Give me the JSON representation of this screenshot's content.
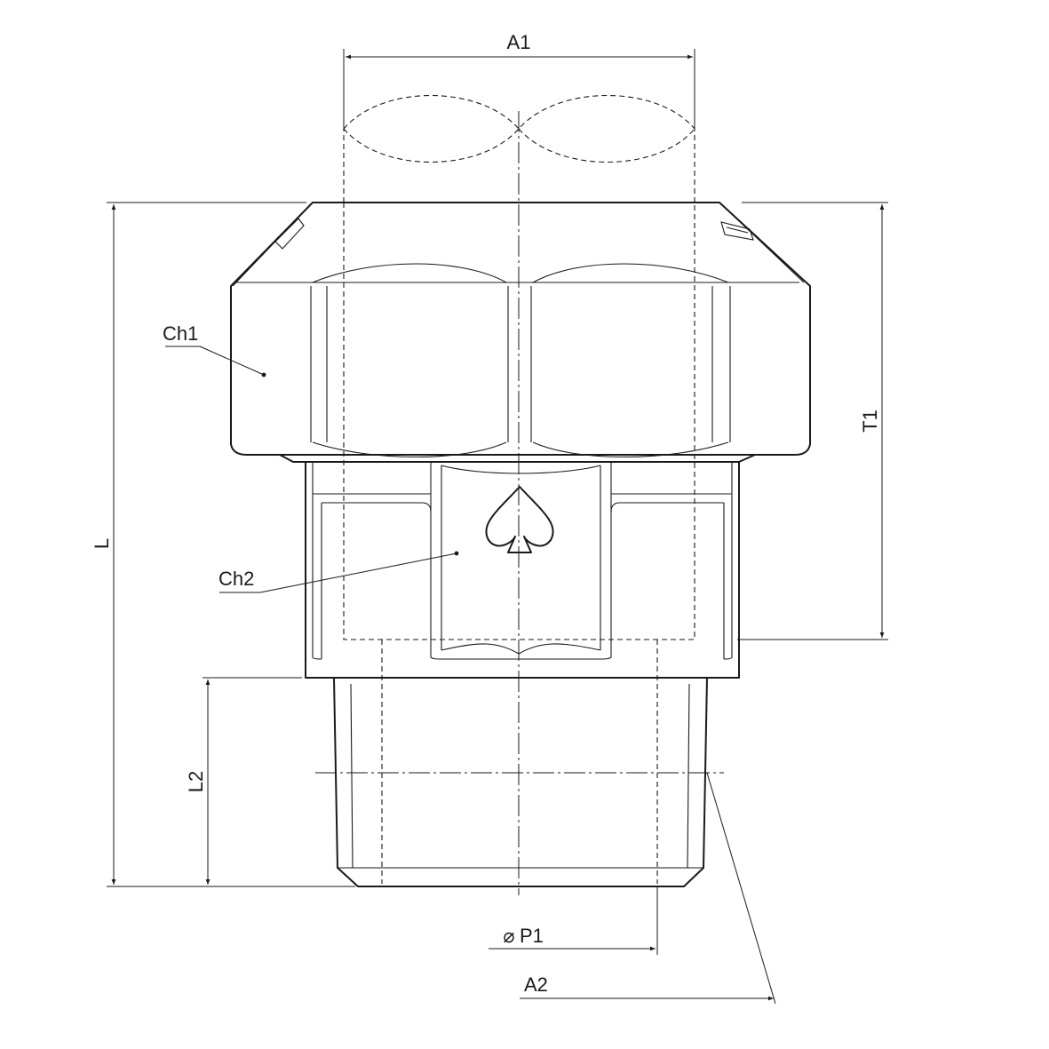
{
  "labels": {
    "a1": "A1",
    "ch1": "Ch1",
    "ch2": "Ch2",
    "l": "L",
    "t1": "T1",
    "l2": "L2",
    "p1": "P1",
    "a2": "A2"
  },
  "symbols": {
    "diameter": "⌀"
  },
  "colors": {
    "line": "#1a1a1a",
    "background": "#ffffff"
  }
}
